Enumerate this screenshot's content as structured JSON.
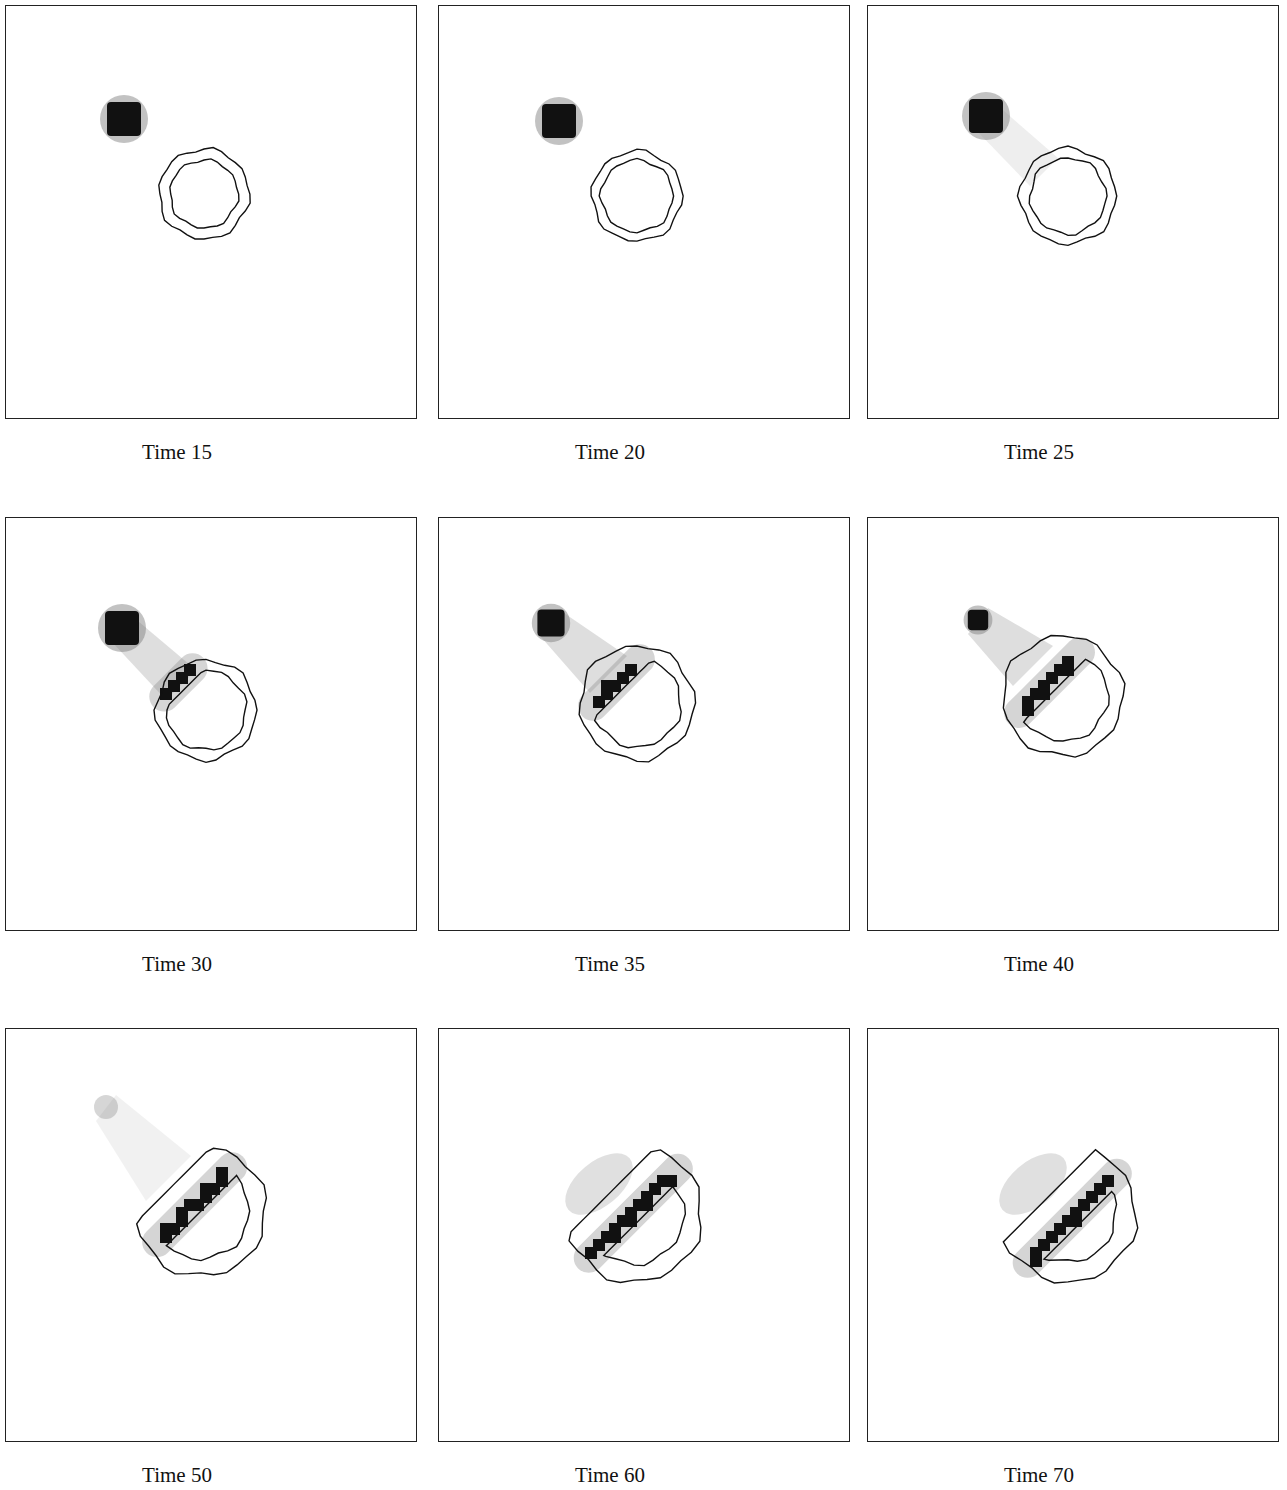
{
  "diagram": {
    "nodes": [
      {
        "text": [
          "Time 15"
        ]
      },
      {
        "text": [
          "Time 20"
        ]
      },
      {
        "text": [
          "Time 25"
        ]
      },
      {
        "text": [
          "Time 30"
        ]
      },
      {
        "text": [
          "Time 35"
        ]
      },
      {
        "text": [
          "Time 40"
        ]
      },
      {
        "text": [
          "Time 50"
        ]
      },
      {
        "text": [
          "Time 60"
        ]
      },
      {
        "text": [
          "Time 70"
        ]
      }
    ]
  }
}
